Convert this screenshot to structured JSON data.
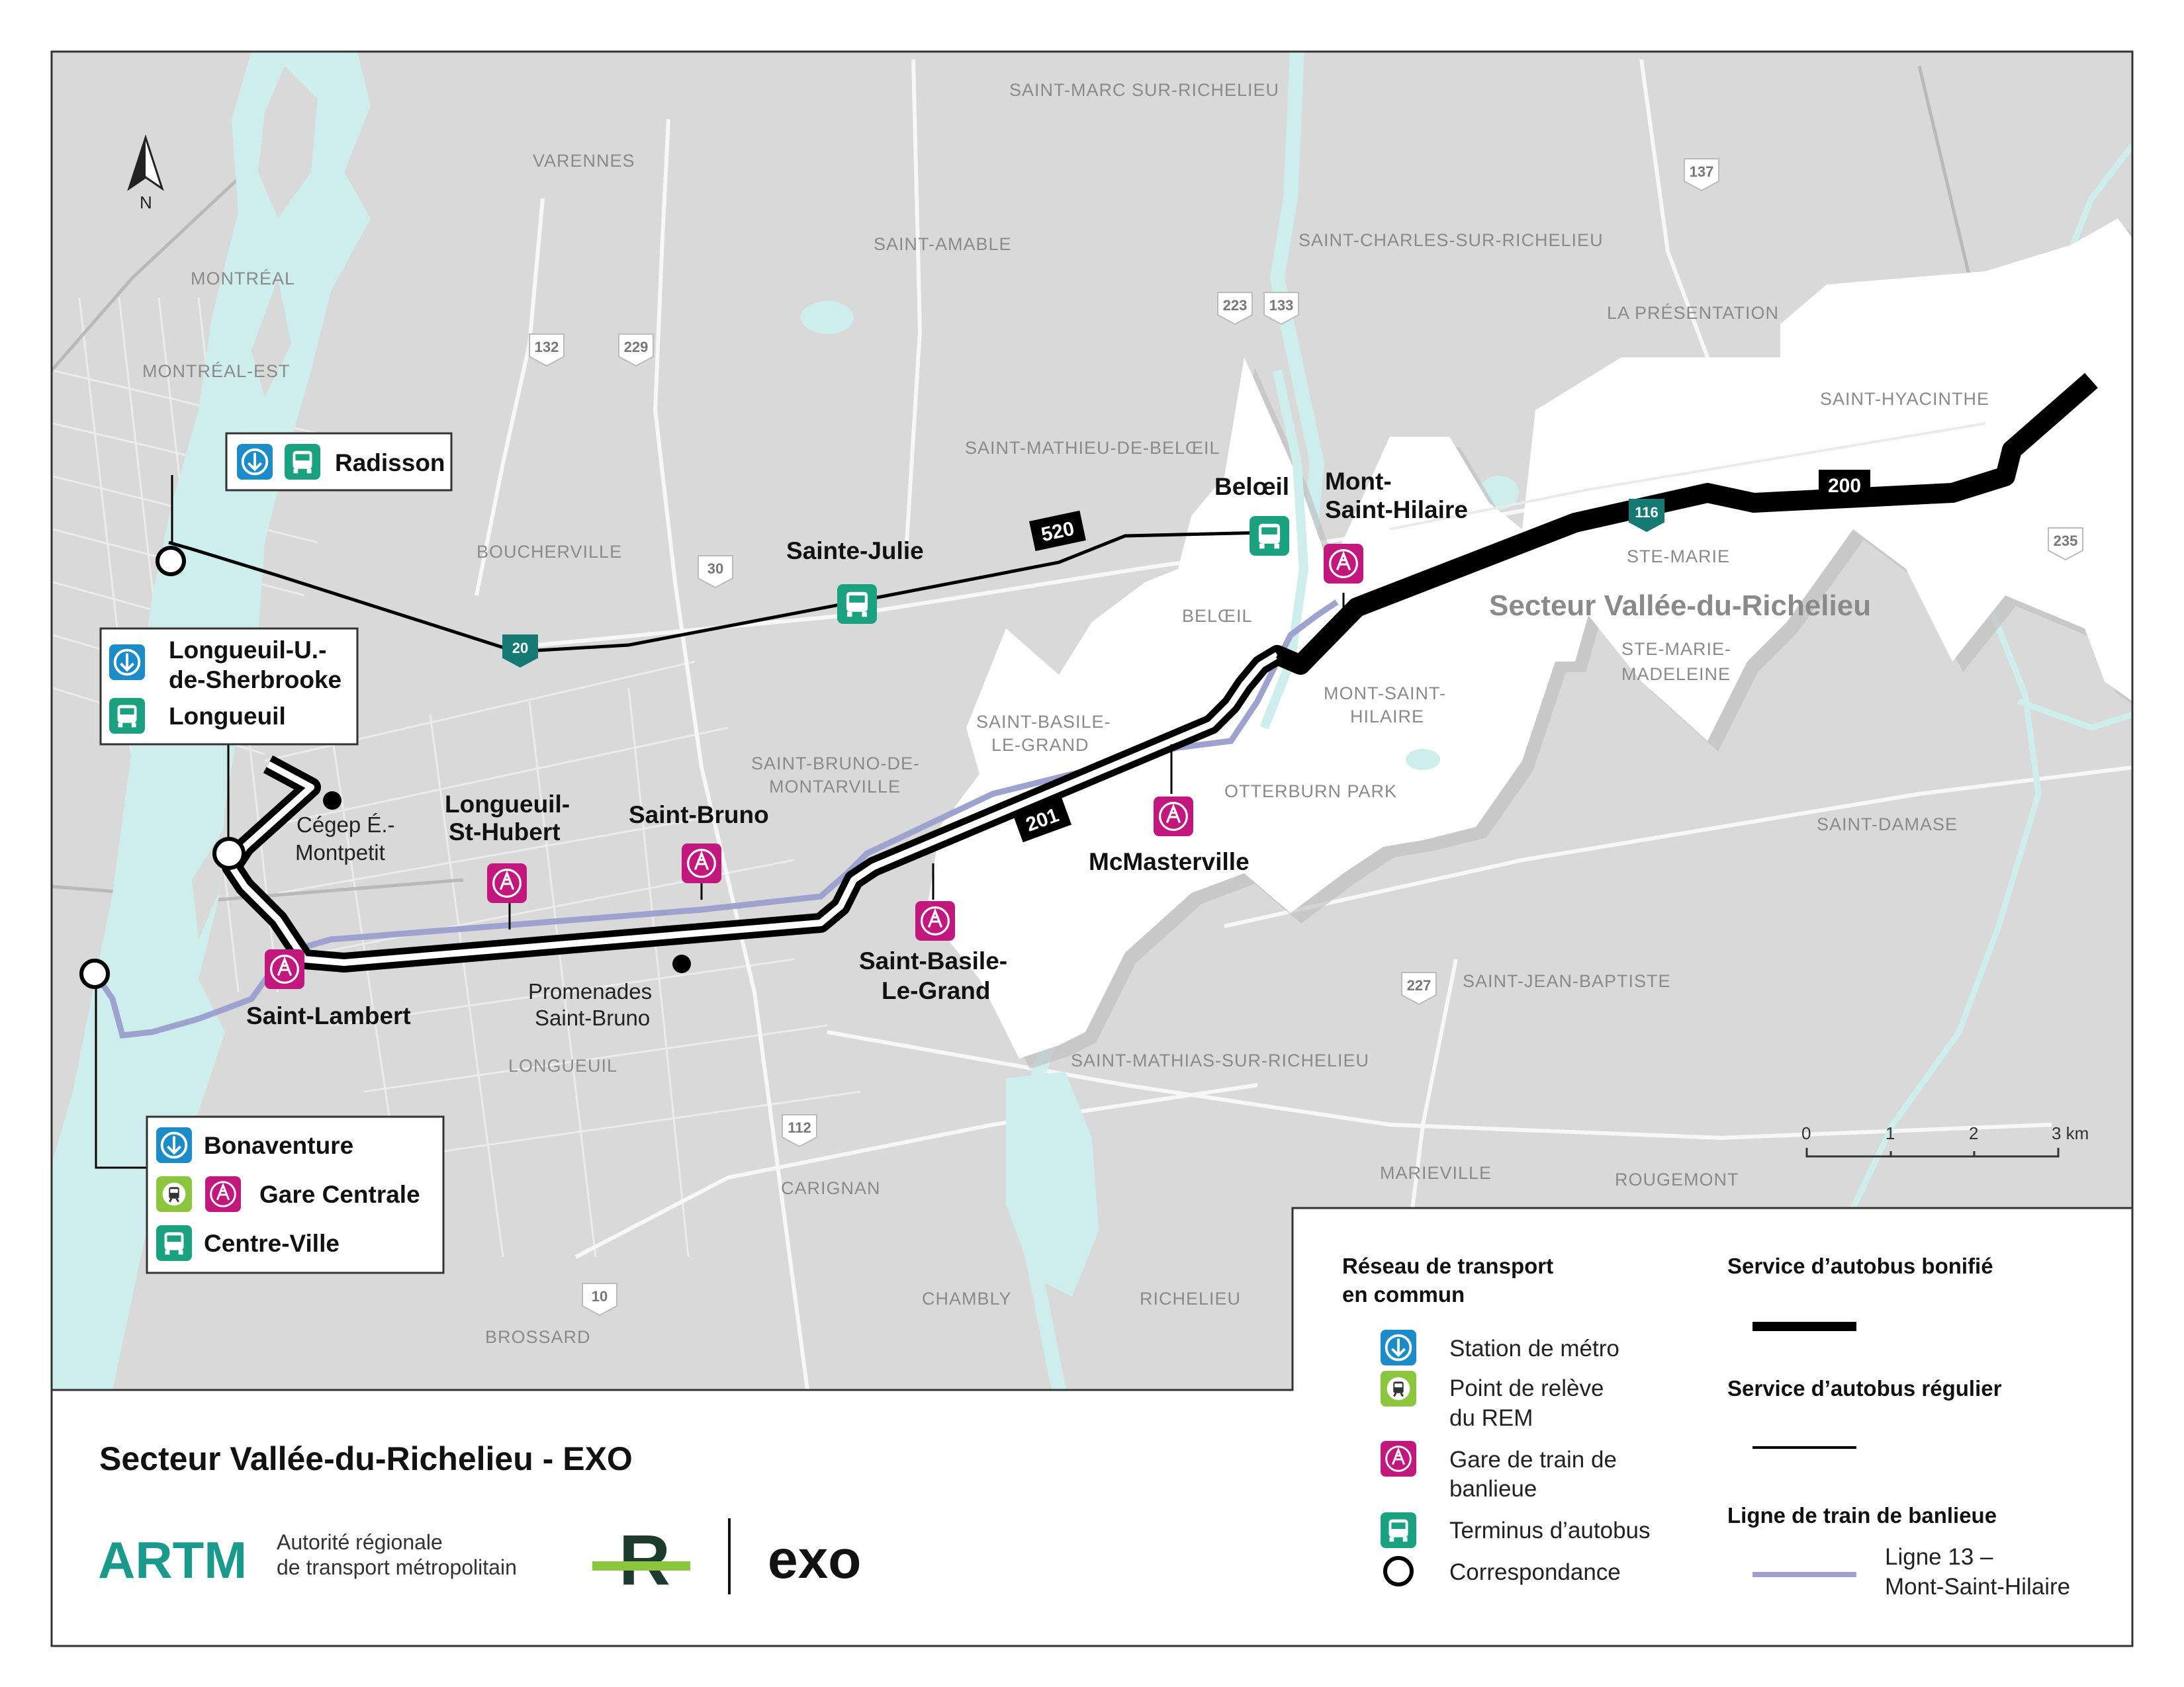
{
  "map_title": "Secteur Vallée-du-Richelieu - EXO",
  "north_label": "N",
  "sector_label": "Secteur Vallée-du-Richelieu",
  "municipalities": {
    "saint_marc": "SAINT-MARC SUR-RICHELIEU",
    "varennes": "VARENNES",
    "saint_amable": "SAINT-AMABLE",
    "saint_charles": "SAINT-CHARLES-SUR-RICHELIEU",
    "montreal": "MONTRÉAL",
    "montreal_est": "MONTRÉAL-EST",
    "la_presentation": "LA PRÉSENTATION",
    "saint_mathieu": "SAINT-MATHIEU-DE-BELŒIL",
    "saint_hyacinthe": "SAINT-HYACINTHE",
    "boucherville": "BOUCHERVILLE",
    "ste_marie": "STE-MARIE",
    "beloeil": "BELŒIL",
    "ste_marie_madeleine_1": "STE-MARIE-",
    "ste_marie_madeleine_2": "MADELEINE",
    "mont_saint_hilaire_1": "MONT-SAINT-",
    "mont_saint_hilaire_2": "HILAIRE",
    "saint_basile_1": "SAINT-BASILE-",
    "saint_basile_2": "LE-GRAND",
    "saint_bruno_1": "SAINT-BRUNO-DE-",
    "saint_bruno_2": "MONTARVILLE",
    "otterburn": "OTTERBURN PARK",
    "saint_damase": "SAINT-DAMASE",
    "saint_jean_baptiste": "SAINT-JEAN-BAPTISTE",
    "longueuil": "LONGUEUIL",
    "saint_mathias": "SAINT-MATHIAS-SUR-RICHELIEU",
    "marieville": "MARIEVILLE",
    "rougemont": "ROUGEMONT",
    "carignan": "CARIGNAN",
    "chambly": "CHAMBLY",
    "richelieu": "RICHELIEU",
    "brossard": "BROSSARD"
  },
  "highways": {
    "h137": "137",
    "h223": "223",
    "h133": "133",
    "h132": "132",
    "h229": "229",
    "h30": "30",
    "h116": "116",
    "h235": "235",
    "h227": "227",
    "h112": "112",
    "h10": "10",
    "h20": "20"
  },
  "routes": {
    "r520": "520",
    "r200": "200",
    "r201": "201"
  },
  "stations": {
    "radisson": "Radisson",
    "longueuil_sherbrooke_1": "Longueuil-U.-",
    "longueuil_sherbrooke_2": "de-Sherbrooke",
    "longueuil": "Longueuil",
    "bonaventure": "Bonaventure",
    "gare_centrale": "Gare Centrale",
    "centre_ville": "Centre-Ville",
    "sainte_julie": "Sainte-Julie",
    "beloeil": "Belœil",
    "msh_1": "Mont-",
    "msh_2": "Saint-Hilaire",
    "longueuil_st_hubert_1": "Longueuil-",
    "longueuil_st_hubert_2": "St-Hubert",
    "saint_bruno": "Saint-Bruno",
    "mcmasterville": "McMasterville",
    "saint_basile_1": "Saint-Basile-",
    "saint_basile_2": "Le-Grand",
    "saint_lambert": "Saint-Lambert"
  },
  "poi": {
    "cegep_1": "Cégep É.-",
    "cegep_2": "Montpetit",
    "promenades_1": "Promenades",
    "promenades_2": "Saint-Bruno"
  },
  "scale": {
    "s0": "0",
    "s1": "1",
    "s2": "2",
    "s3": "3 km"
  },
  "legend": {
    "network_title_1": "Réseau de transport",
    "network_title_2": "en commun",
    "metro": "Station de métro",
    "rem_1": "Point de relève",
    "rem_2": "du REM",
    "train_1": "Gare de train de",
    "train_2": "banlieue",
    "bus_terminal": "Terminus d’autobus",
    "correspondance": "Correspondance",
    "bonified": "Service d’autobus bonifié",
    "regular": "Service d’autobus régulier",
    "train_line_title": "Ligne de train de banlieue",
    "train_line_1": "Ligne 13 –",
    "train_line_2": "Mont-Saint-Hilaire"
  },
  "logos": {
    "artm": "ARTM",
    "artm_sub_1": "Autorité régionale",
    "artm_sub_2": "de transport métropolitain",
    "rem": "R",
    "exo": "exo"
  },
  "colors": {
    "land": "#d9d9d9",
    "water": "#cdeeec",
    "sector": "#ffffff",
    "metro": "#1b8cc8",
    "bus": "#1aa17f",
    "train": "#c2187d",
    "rem": "#8cc63f",
    "train_line": "#9ea2cf",
    "route": "#000000"
  }
}
